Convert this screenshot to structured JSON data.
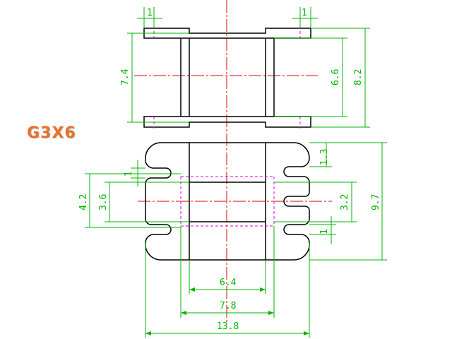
{
  "part_label": "G3X6",
  "colors": {
    "outline": "#000000",
    "dimension": "#00b400",
    "centerline": "#e00000",
    "hidden": "#e000e0",
    "label": "#e8722a"
  },
  "top_view": {
    "dims": {
      "left_flange_step": "1",
      "right_flange_step": "1",
      "flange_height": "7.4",
      "core_height": "6.6",
      "overall_height": "8.2"
    }
  },
  "bottom_view": {
    "dims": {
      "slot_width": "1",
      "top_margin": "1.3",
      "outer_slot_span": "4.2",
      "inner_slot_span": "3.6",
      "right_slot_span": "3.2",
      "overall_height": "9.7",
      "lower_slot_width": "1",
      "inner_width": "6.4",
      "middle_width": "7.8",
      "overall_width": "13.8"
    }
  }
}
